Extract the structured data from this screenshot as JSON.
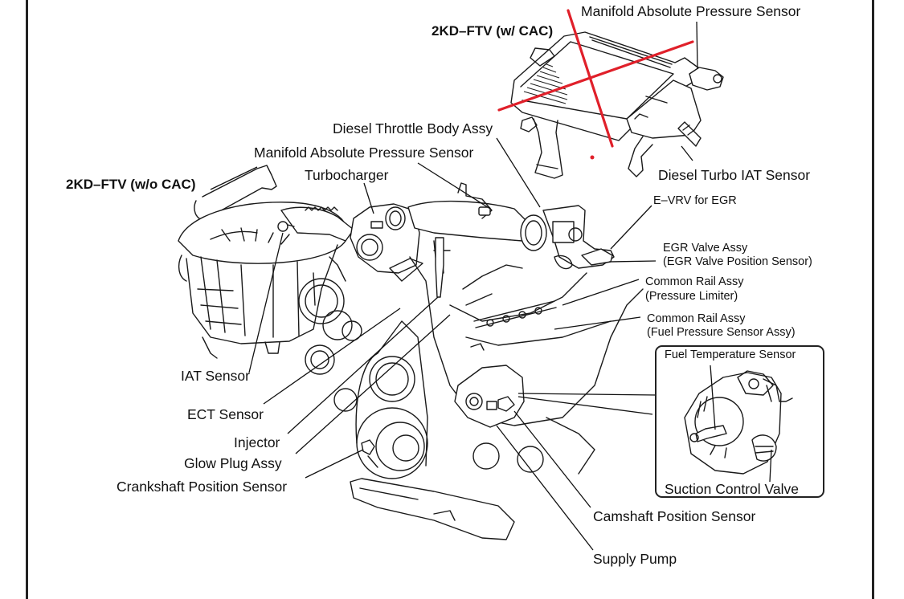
{
  "diagram": {
    "title_variants": {
      "with_cac": "2KD–FTV (w/ CAC)",
      "without_cac": "2KD–FTV (w/o CAC)"
    },
    "labels": {
      "map_sensor_top": "Manifold Absolute Pressure Sensor",
      "diesel_turbo_iat": "Diesel Turbo IAT Sensor",
      "diesel_throttle_body": "Diesel Throttle Body Assy",
      "map_sensor": "Manifold Absolute Pressure Sensor",
      "turbocharger": "Turbocharger",
      "evrv_egr": "E–VRV for EGR",
      "egr_valve_assy": "EGR Valve Assy",
      "egr_valve_position_sensor": "(EGR Valve Position Sensor)",
      "common_rail_assy_1": "Common Rail Assy",
      "pressure_limiter": "(Pressure Limiter)",
      "common_rail_assy_2": "Common Rail Assy",
      "fuel_pressure_sensor_assy": "(Fuel Pressure Sensor Assy)",
      "fuel_temperature_sensor": "Fuel Temperature Sensor",
      "suction_control_valve": "Suction Control Valve",
      "iat_sensor": "IAT Sensor",
      "ect_sensor": "ECT Sensor",
      "injector": "Injector",
      "glow_plug_assy": "Glow Plug Assy",
      "crankshaft_position_sensor": "Crankshaft Position Sensor",
      "camshaft_position_sensor": "Camshaft Position Sensor",
      "supply_pump": "Supply Pump"
    },
    "annotation": {
      "type": "red cross-out over intercooler (CAC) assembly",
      "color": "#e0202a"
    },
    "line_color": "#111111",
    "background": "#ffffff"
  }
}
